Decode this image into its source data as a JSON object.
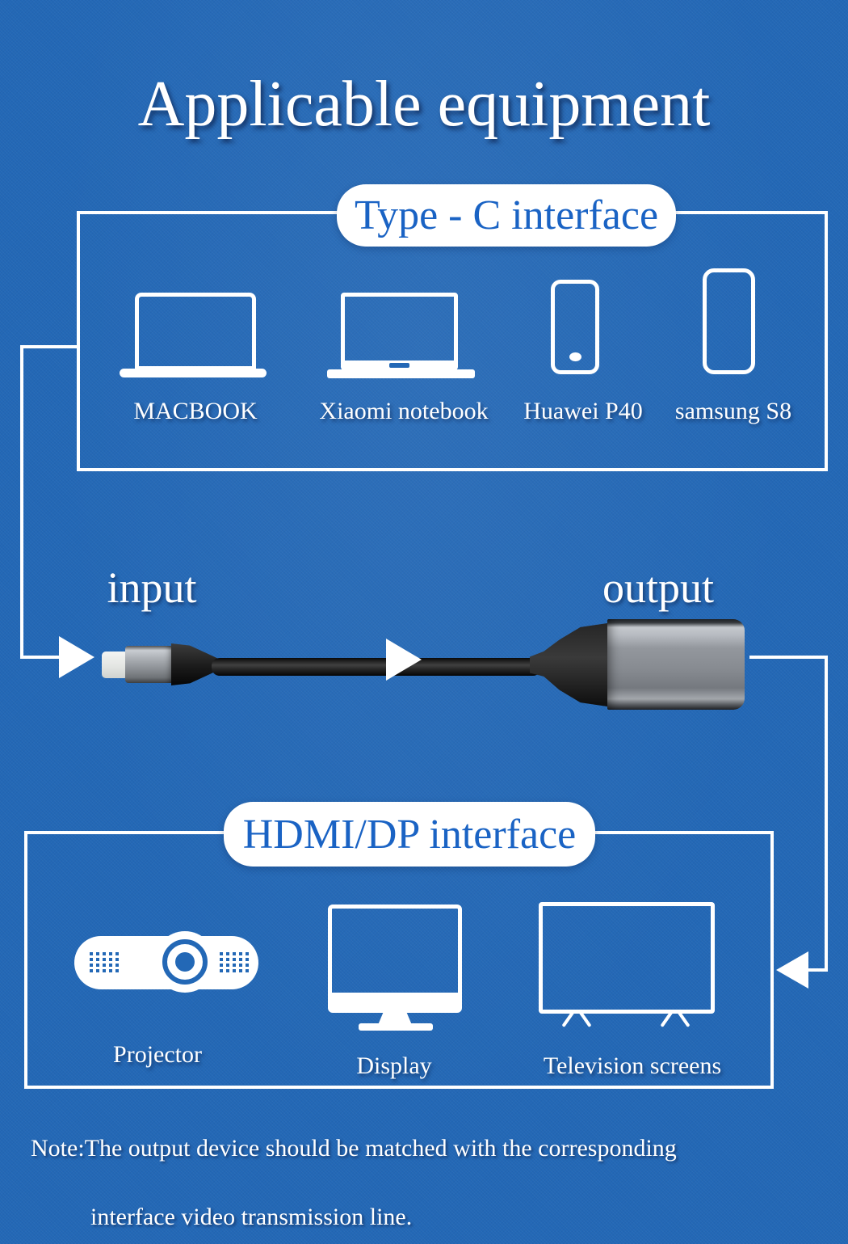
{
  "title": "Applicable equipment",
  "typec": {
    "label": "Type - C interface",
    "devices": [
      {
        "name": "macbook",
        "label": "MACBOOK"
      },
      {
        "name": "xiaomi-notebook",
        "label": "Xiaomi notebook"
      },
      {
        "name": "huawei-p40",
        "label": "Huawei P40"
      },
      {
        "name": "samsung-s8",
        "label": "samsung S8"
      }
    ]
  },
  "cable": {
    "input_label": "input",
    "output_label": "output"
  },
  "hdmi": {
    "label": "HDMI/DP interface",
    "devices": [
      {
        "name": "projector",
        "label": "Projector"
      },
      {
        "name": "display",
        "label": "Display"
      },
      {
        "name": "television",
        "label": "Television screens"
      }
    ]
  },
  "note": {
    "line1": "Note:The output device should be matched with the corresponding",
    "line2": "interface video transmission line."
  },
  "colors": {
    "background": "#2368b6",
    "pill_text": "#1a63c4",
    "line_white": "#ffffff",
    "cable_black": "#161616",
    "adapter_metal": "#90949a"
  }
}
